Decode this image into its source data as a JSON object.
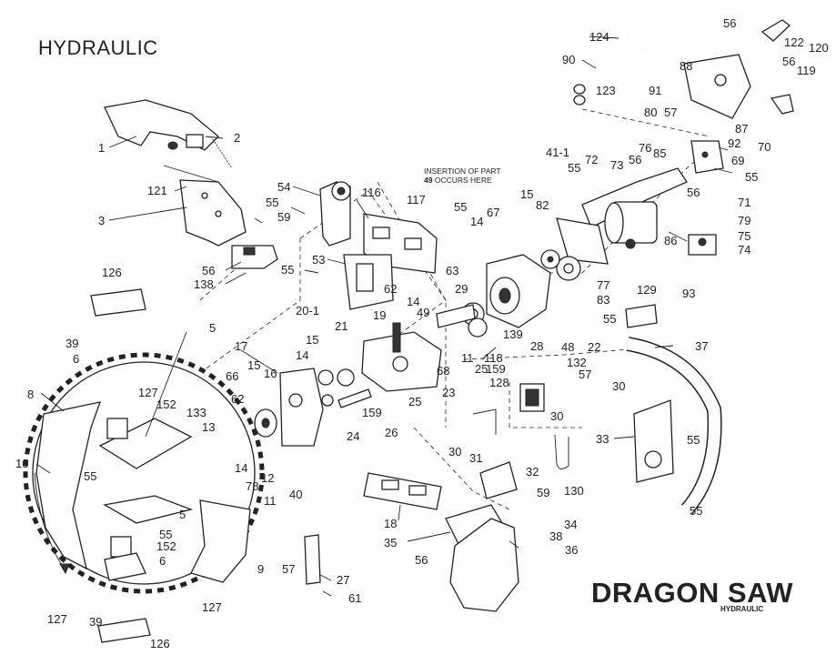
{
  "titles": {
    "top": "HYDRAULIC",
    "brand": "DRAGON SAW",
    "brand_sub": "HYDRAULIC"
  },
  "note": {
    "line1": "INSERTION OF PART",
    "part_ref": "49",
    "line2_rest": "OCCURS HERE"
  },
  "part_labels": [
    "1",
    "2",
    "3",
    "121",
    "54",
    "116",
    "55",
    "59",
    "117",
    "56",
    "138",
    "55",
    "53",
    "126",
    "39",
    "6",
    "8",
    "10",
    "5",
    "127",
    "152",
    "133",
    "13",
    "55",
    "5",
    "55",
    "152",
    "6",
    "127",
    "39",
    "126",
    "127",
    "17",
    "66",
    "16",
    "62",
    "15",
    "14",
    "12",
    "78",
    "11",
    "40",
    "9",
    "57",
    "27",
    "61",
    "15",
    "14",
    "20-1",
    "21",
    "19",
    "62",
    "14",
    "49",
    "29",
    "63",
    "55",
    "14",
    "67",
    "15",
    "41-1",
    "55",
    "72",
    "82",
    "73",
    "56",
    "76",
    "85",
    "69",
    "55",
    "56",
    "71",
    "79",
    "75",
    "74",
    "93",
    "124",
    "90",
    "123",
    "88",
    "91",
    "80",
    "57",
    "56",
    "122",
    "120",
    "56",
    "119",
    "87",
    "92",
    "70",
    "77",
    "83",
    "86",
    "139",
    "48",
    "22",
    "28",
    "118",
    "11",
    "25",
    "159",
    "68",
    "23",
    "25",
    "159",
    "24",
    "26",
    "129",
    "55",
    "37",
    "132",
    "57",
    "128",
    "30",
    "30",
    "31",
    "30",
    "130",
    "33",
    "55",
    "55",
    "32",
    "59",
    "34",
    "38",
    "35",
    "56",
    "36",
    "18"
  ]
}
